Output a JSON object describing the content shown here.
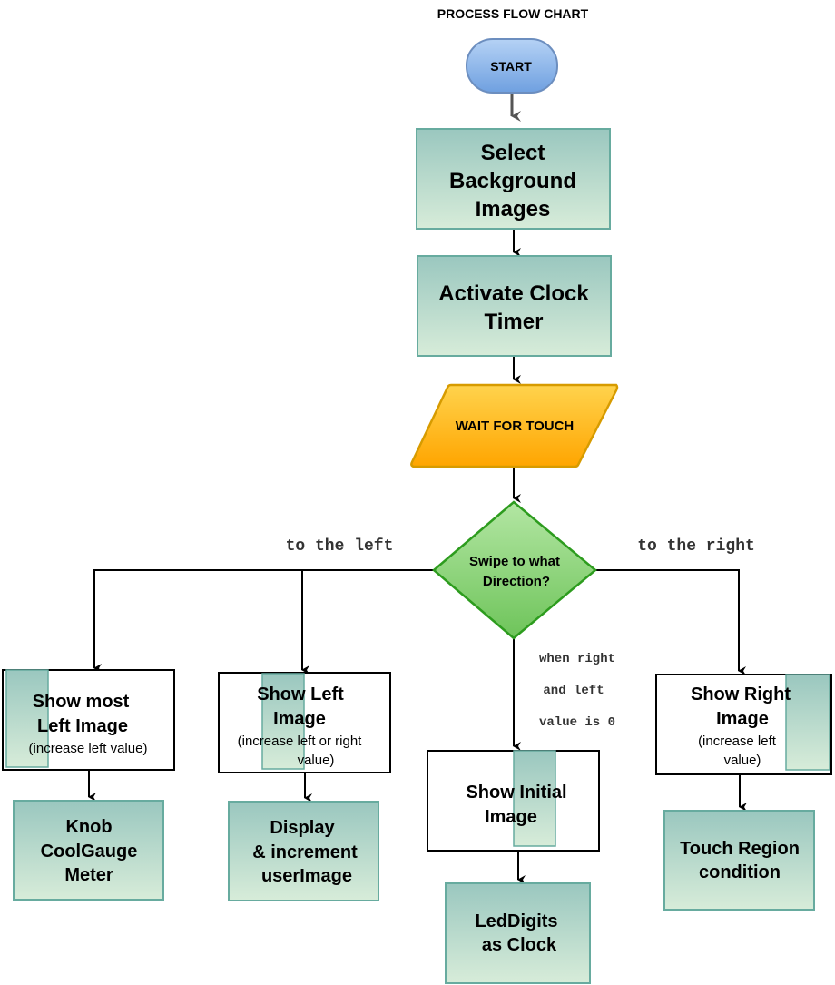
{
  "title": "PROCESS FLOW CHART",
  "colors": {
    "box_fill_top": "#9ac7bf",
    "box_fill_bottom": "#d7ecd9",
    "box_stroke": "#67ab9f",
    "start_fill_top": "#a8c8f0",
    "start_fill_bottom": "#6fa0e0",
    "start_stroke": "#6c8ebf",
    "wait_fill_top": "#ffd34d",
    "wait_fill_bottom": "#ffa500",
    "wait_stroke": "#d79b00",
    "decision_fill_top": "#b3e6a3",
    "decision_fill_bottom": "#6ec45a",
    "decision_stroke": "#2d9c1e"
  },
  "nodes": {
    "start": "START",
    "select_bg": [
      "Select",
      "Background",
      "Images"
    ],
    "activate_clock": [
      "Activate Clock",
      "Timer"
    ],
    "wait_touch": "WAIT FOR TOUCH",
    "decision": [
      "Swipe to what",
      "Direction?"
    ],
    "show_most_left": {
      "lines": [
        "Show most",
        "Left Image"
      ],
      "note": "(increase left value)"
    },
    "show_left": {
      "lines": [
        "Show Left",
        "Image"
      ],
      "note": [
        "(increase left or right",
        "value)"
      ]
    },
    "show_initial": [
      "Show Initial",
      "Image"
    ],
    "show_right": {
      "lines": [
        "Show Right",
        "Image"
      ],
      "note": [
        "(increase left",
        "value)"
      ]
    },
    "knob": [
      "Knob",
      "CoolGauge",
      "Meter"
    ],
    "display": [
      "Display",
      "& increment",
      "userImage"
    ],
    "leddigits": [
      "LedDigits",
      "as Clock"
    ],
    "touch_region": [
      "Touch Region",
      "condition"
    ]
  },
  "edge_labels": {
    "left": "to the left",
    "right": "to the right",
    "middle": [
      "when right",
      "and left",
      "value is 0"
    ]
  }
}
